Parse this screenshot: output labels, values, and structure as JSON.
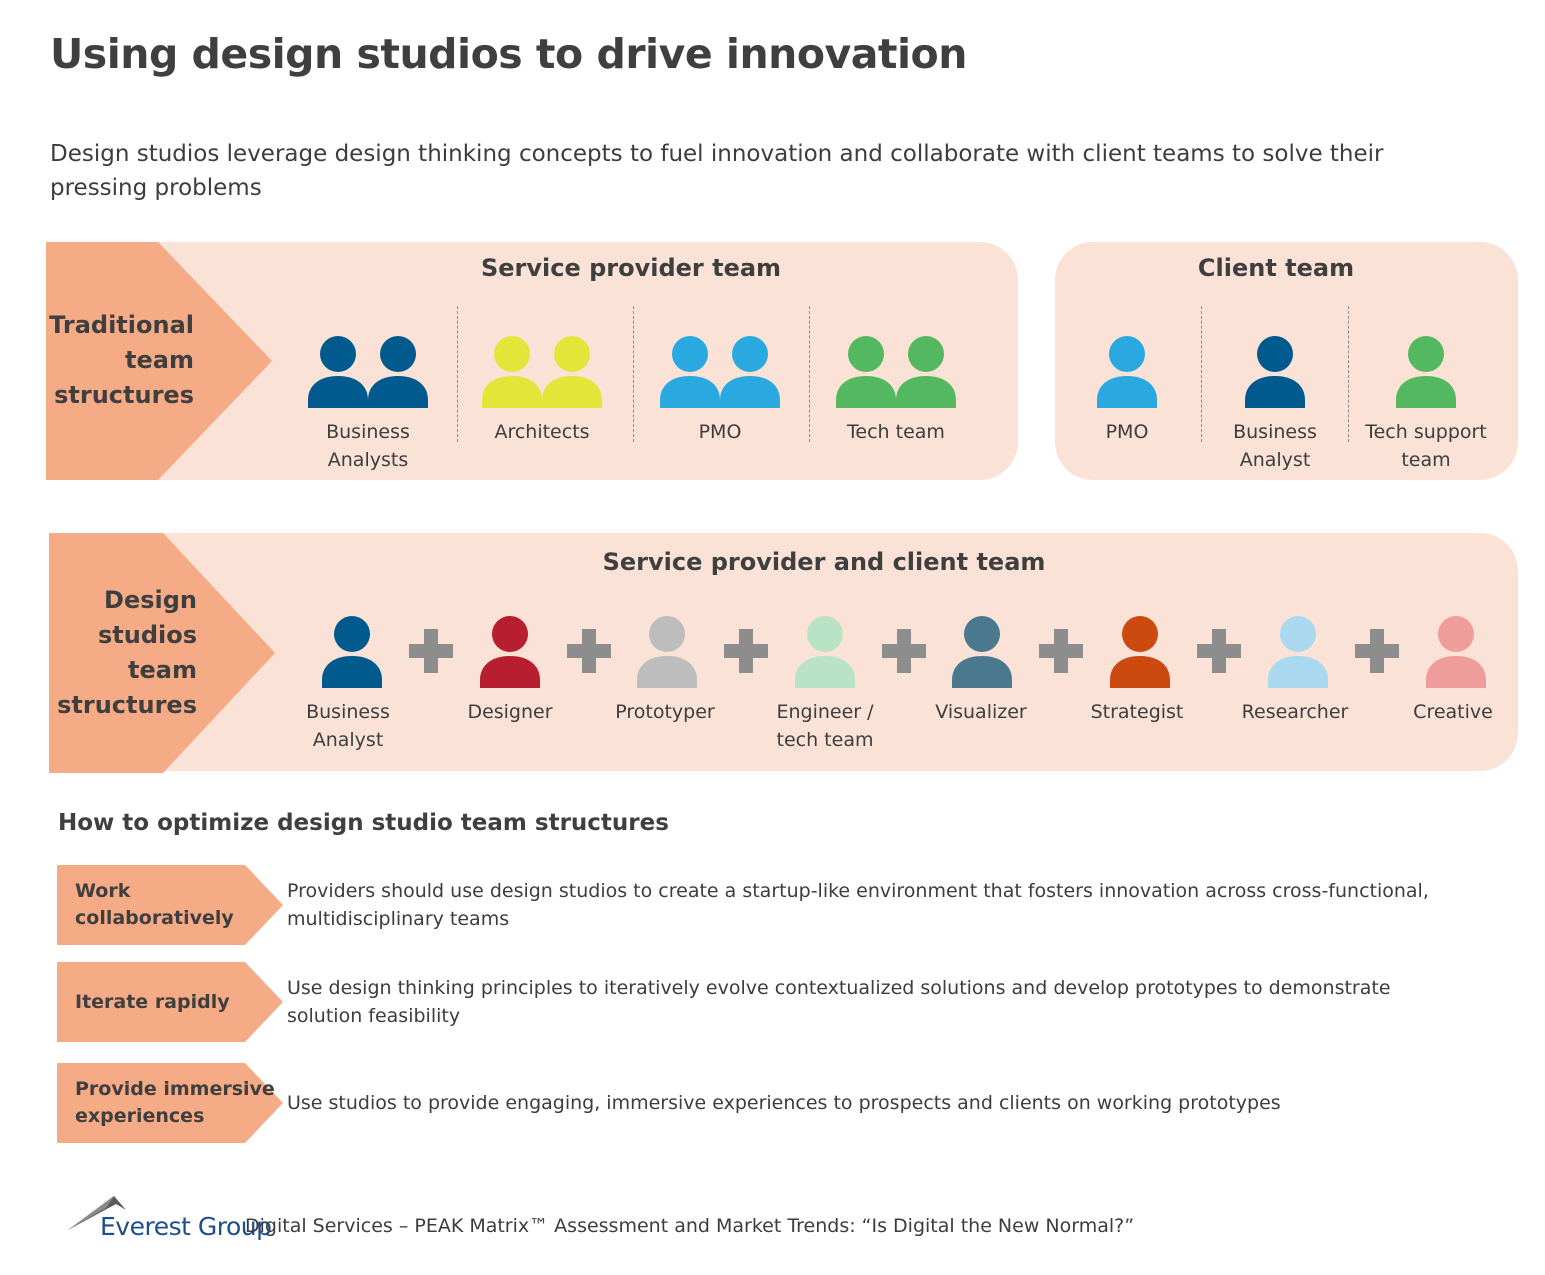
{
  "title": "Using design studios to drive innovation",
  "subtitle": "Design studios leverage design thinking concepts to fuel innovation and collaborate with client teams to solve their pressing problems",
  "traditional": {
    "label": "Traditional\nteam\nstructures",
    "provider": {
      "title": "Service provider team",
      "groups": [
        {
          "label": "Business\nAnalysts",
          "count": 2,
          "color": "#005a8e"
        },
        {
          "label": "Architects",
          "count": 2,
          "color": "#e3e538"
        },
        {
          "label": "PMO",
          "count": 2,
          "color": "#29a9e0"
        },
        {
          "label": "Tech team",
          "count": 2,
          "color": "#53b85f"
        }
      ]
    },
    "client": {
      "title": "Client team",
      "groups": [
        {
          "label": "PMO",
          "count": 1,
          "color": "#29a9e0"
        },
        {
          "label": "Business\nAnalyst",
          "count": 1,
          "color": "#005a8e"
        },
        {
          "label": "Tech support\nteam",
          "count": 1,
          "color": "#53b85f"
        }
      ]
    }
  },
  "design": {
    "label": "Design\nstudios\nteam\nstructures",
    "title": "Service provider and client team",
    "roles": [
      {
        "label": "Business\nAnalyst",
        "color": "#005a8e"
      },
      {
        "label": "Designer",
        "color": "#b71f31"
      },
      {
        "label": "Prototyper",
        "color": "#bdbdbd"
      },
      {
        "label": "Engineer /\ntech team",
        "color": "#b9e3c4"
      },
      {
        "label": "Visualizer",
        "color": "#4a788e"
      },
      {
        "label": "Strategist",
        "color": "#cc4a10"
      },
      {
        "label": "Researcher",
        "color": "#a9d8ef"
      },
      {
        "label": "Creative",
        "color": "#ee9d9b"
      }
    ]
  },
  "optimize": {
    "heading": "How to optimize design studio team structures",
    "items": [
      {
        "tag": "Work\ncollaboratively",
        "text": "Providers should use design studios to create a startup-like environment that fosters innovation across cross-functional, multidisciplinary teams"
      },
      {
        "tag": "Iterate rapidly",
        "text": "Use design thinking principles to iteratively evolve contextualized solutions and develop prototypes to demonstrate solution feasibility"
      },
      {
        "tag": "Provide immersive\nexperiences",
        "text": "Use studios to provide engaging, immersive experiences to prospects and clients on working prototypes"
      }
    ]
  },
  "footer": {
    "logo": "Everest Group",
    "source": "Digital Services – PEAK Matrix™ Assessment and Market Trends: “Is Digital the New Normal?”"
  },
  "colors": {
    "arrow": "#f5ab86",
    "panel": "#fbe2d7",
    "plus": "#8d8d8d"
  }
}
